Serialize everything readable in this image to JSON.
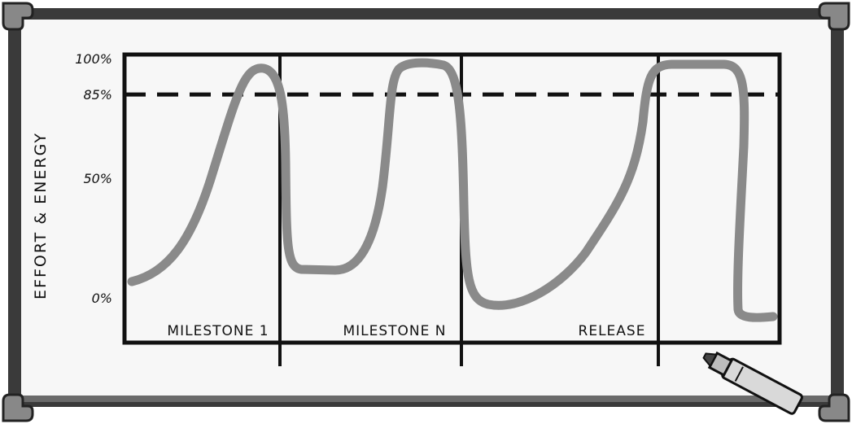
{
  "diagram": {
    "y_axis_label": "EFFORT & ENERGY",
    "y_ticks": [
      {
        "label": "100%",
        "value": 100
      },
      {
        "label": "85%",
        "value": 85
      },
      {
        "label": "50%",
        "value": 50
      },
      {
        "label": "0%",
        "value": 0
      }
    ],
    "threshold_value": 85,
    "milestones": [
      {
        "label": "MILESTONE 1"
      },
      {
        "label": "MILESTONE N"
      },
      {
        "label": "RELEASE"
      }
    ],
    "colors": {
      "frame": "#3a3a3a",
      "board": "#f7f7f7",
      "ink": "#111111",
      "curve": "#8a8a8a",
      "marker_body": "#d9d9d9"
    },
    "icons": {
      "marker": "marker-pen-icon",
      "corner": "board-corner-clip-icon"
    }
  }
}
